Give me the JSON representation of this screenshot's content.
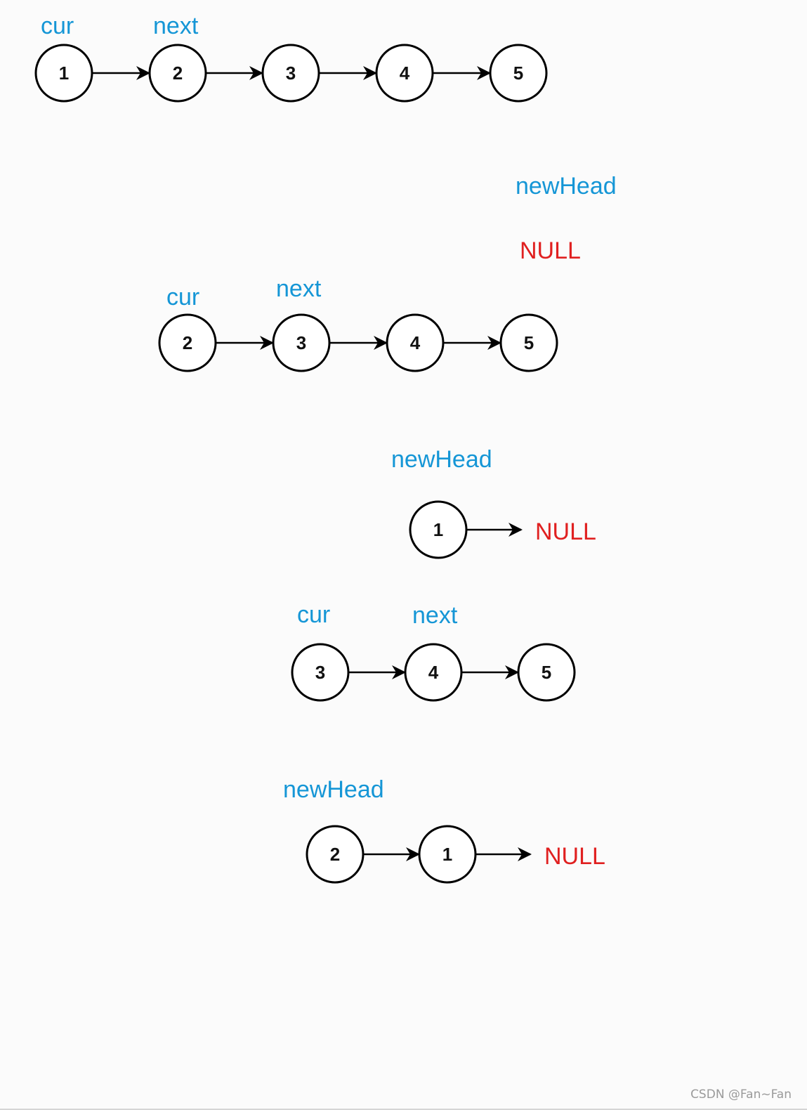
{
  "colors": {
    "label_blue": "#1596d6",
    "null_red": "#e02020",
    "node_stroke": "#000000",
    "background": "#fbfbfb"
  },
  "watermark": "CSDN @Fan~Fan",
  "diagram": {
    "states": [
      {
        "labels": [
          {
            "text": "cur",
            "color": "label_blue",
            "attach": "node:0"
          },
          {
            "text": "next",
            "color": "label_blue",
            "attach": "node:1"
          }
        ],
        "nodes": [
          "1",
          "2",
          "3",
          "4",
          "5"
        ],
        "edges": [
          [
            0,
            1
          ],
          [
            1,
            2
          ],
          [
            2,
            3
          ],
          [
            3,
            4
          ]
        ]
      },
      {
        "labels": [
          {
            "text": "newHead",
            "color": "label_blue",
            "attach": "free"
          },
          {
            "text": "NULL",
            "color": "null_red",
            "attach": "free"
          }
        ],
        "nodes": [],
        "edges": []
      },
      {
        "labels": [
          {
            "text": "cur",
            "color": "label_blue",
            "attach": "node:0"
          },
          {
            "text": "next",
            "color": "label_blue",
            "attach": "node:1"
          }
        ],
        "nodes": [
          "2",
          "3",
          "4",
          "5"
        ],
        "edges": [
          [
            0,
            1
          ],
          [
            1,
            2
          ],
          [
            2,
            3
          ]
        ]
      },
      {
        "labels": [
          {
            "text": "newHead",
            "color": "label_blue",
            "attach": "free"
          }
        ],
        "nodes": [
          "1"
        ],
        "edges": [],
        "terminator": "NULL"
      },
      {
        "labels": [
          {
            "text": "cur",
            "color": "label_blue",
            "attach": "node:0"
          },
          {
            "text": "next",
            "color": "label_blue",
            "attach": "node:1"
          }
        ],
        "nodes": [
          "3",
          "4",
          "5"
        ],
        "edges": [
          [
            0,
            1
          ],
          [
            1,
            2
          ]
        ]
      },
      {
        "labels": [
          {
            "text": "newHead",
            "color": "label_blue",
            "attach": "free"
          }
        ],
        "nodes": [
          "2",
          "1"
        ],
        "edges": [
          [
            0,
            1
          ]
        ],
        "terminator": "NULL"
      }
    ]
  }
}
